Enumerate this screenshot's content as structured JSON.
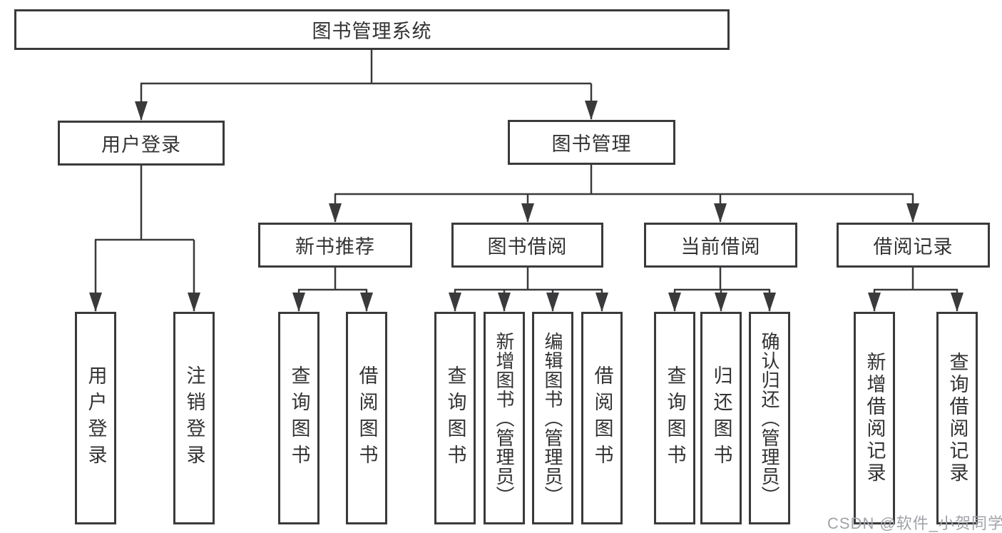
{
  "diagram_title": "图书管理系统",
  "tree": {
    "root": {
      "label": "图书管理系统"
    },
    "level2": [
      {
        "label": "用户登录"
      },
      {
        "label": "图书管理"
      }
    ],
    "level3": [
      {
        "label": "新书推荐"
      },
      {
        "label": "图书借阅"
      },
      {
        "label": "当前借阅"
      },
      {
        "label": "借阅记录"
      }
    ],
    "leaves": {
      "user_login": [
        "用户登录",
        "注销登录"
      ],
      "new_book_rec": [
        "查询图书",
        "借阅图书"
      ],
      "book_borrow": [
        "查询图书",
        "新增图书（管理员）",
        "编辑图书（管理员）",
        "借阅图书"
      ],
      "current_borrow": [
        "查询图书",
        "归还图书",
        "确认归还（管理员）"
      ],
      "borrow_records": [
        "新增借阅记录",
        "查询借阅记录"
      ]
    }
  },
  "watermark": {
    "text": "CSDN @软件_小贺同学",
    "color": "#a0a3a8"
  },
  "colors": {
    "line": "#3a3a3c",
    "node_border": "#3a3a3c",
    "node_text": "#333333",
    "background": "#ffffff"
  }
}
